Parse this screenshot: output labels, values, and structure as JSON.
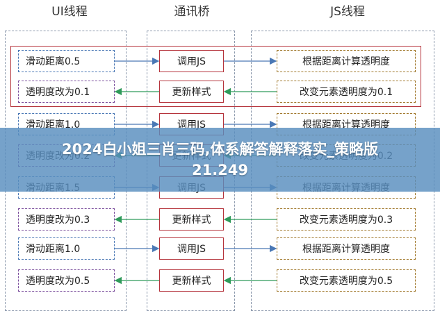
{
  "columns": {
    "ui": "UI线程",
    "bridge": "通讯桥",
    "js": "JS线程"
  },
  "rows": [
    {
      "ui": "滑动距离0.5",
      "bridge": "调用JS",
      "js": "根据距离计算透明度",
      "direction": "right"
    },
    {
      "ui": "透明度改为0.1",
      "bridge": "更新样式",
      "js": "改变元素透明度为0.1",
      "direction": "left"
    },
    {
      "ui": "滑动距离1.0",
      "bridge": "调用JS",
      "js": "根据距离计算透明度",
      "direction": "right"
    },
    {
      "ui": "透明度改为0.2",
      "bridge": "更新样式",
      "js": "改变元素透明度为0.2",
      "direction": "left"
    },
    {
      "ui": "滑动距离1.5",
      "bridge": "调用JS",
      "js": "根据距离计算透明度",
      "direction": "right"
    },
    {
      "ui": "透明度改为0.3",
      "bridge": "更新样式",
      "js": "改变元素透明度为0.3",
      "direction": "left"
    },
    {
      "ui": "滑动距离1.0",
      "bridge": "调用JS",
      "js": "根据距离计算透明度",
      "direction": "right"
    },
    {
      "ui": "透明度改为0.5",
      "bridge": "更新样式",
      "js": "改变元素透明度为0.5",
      "direction": "left"
    }
  ],
  "banner": {
    "line1": "2024白小姐三肖三码,体系解答解释落实_策略版",
    "line2": "21.249"
  },
  "colors": {
    "arrow_right": "#4a78b5",
    "arrow_left": "#2f9a5a",
    "highlight": "#b5333b",
    "banner_bg": "#588ebe"
  }
}
